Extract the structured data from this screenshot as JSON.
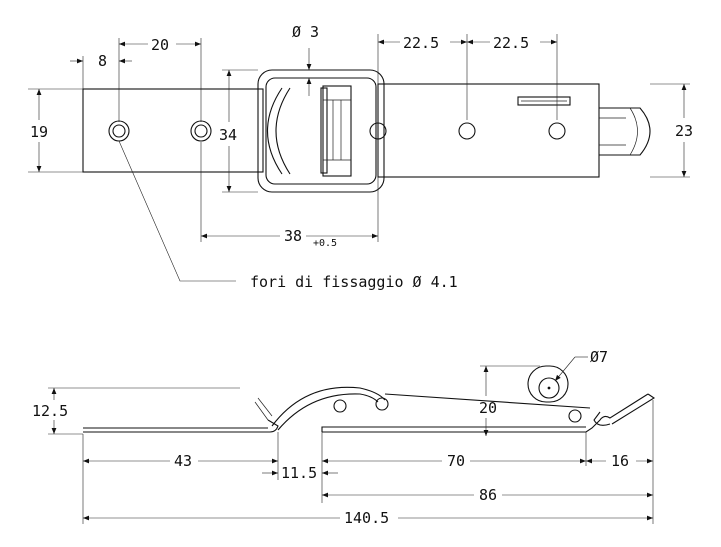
{
  "labels": {
    "dia3": "Ø 3",
    "d8": "8",
    "d20": "20",
    "d22a": "22.5",
    "d22b": "22.5",
    "d19": "19",
    "d34": "34",
    "d23": "23",
    "d38": "38",
    "tol": "+0.5",
    "note": "fori di fissaggio Ø 4.1",
    "dia7": "Ø7",
    "d125": "12.5",
    "d20b": "20",
    "d43": "43",
    "d115": "11.5",
    "d70": "70",
    "d16": "16",
    "d86": "86",
    "d1405": "140.5"
  }
}
